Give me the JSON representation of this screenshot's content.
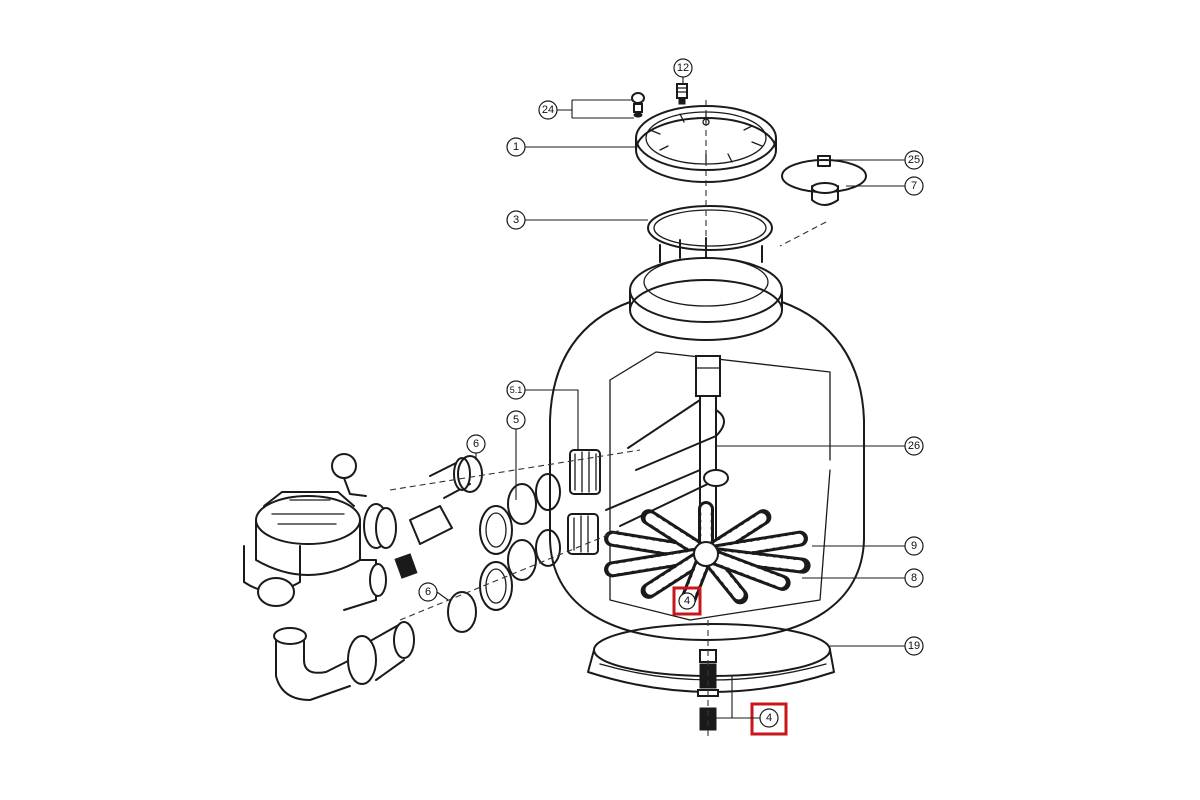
{
  "diagram": {
    "callouts": [
      {
        "id": "c12",
        "label": "12"
      },
      {
        "id": "c24",
        "label": "24"
      },
      {
        "id": "c1",
        "label": "1"
      },
      {
        "id": "c25",
        "label": "25"
      },
      {
        "id": "c7",
        "label": "7"
      },
      {
        "id": "c3",
        "label": "3"
      },
      {
        "id": "c5_1",
        "label": "5.1"
      },
      {
        "id": "c5",
        "label": "5"
      },
      {
        "id": "c6a",
        "label": "6"
      },
      {
        "id": "c6b",
        "label": "6"
      },
      {
        "id": "c26",
        "label": "26"
      },
      {
        "id": "c9",
        "label": "9"
      },
      {
        "id": "c8",
        "label": "8"
      },
      {
        "id": "c19",
        "label": "19"
      },
      {
        "id": "c4a",
        "label": "4"
      },
      {
        "id": "c4b",
        "label": "4"
      }
    ],
    "highlighted_parts": [
      "4"
    ],
    "colors": {
      "line": "#1a1a1a",
      "highlight": "#c8161d",
      "background": "#ffffff"
    }
  }
}
